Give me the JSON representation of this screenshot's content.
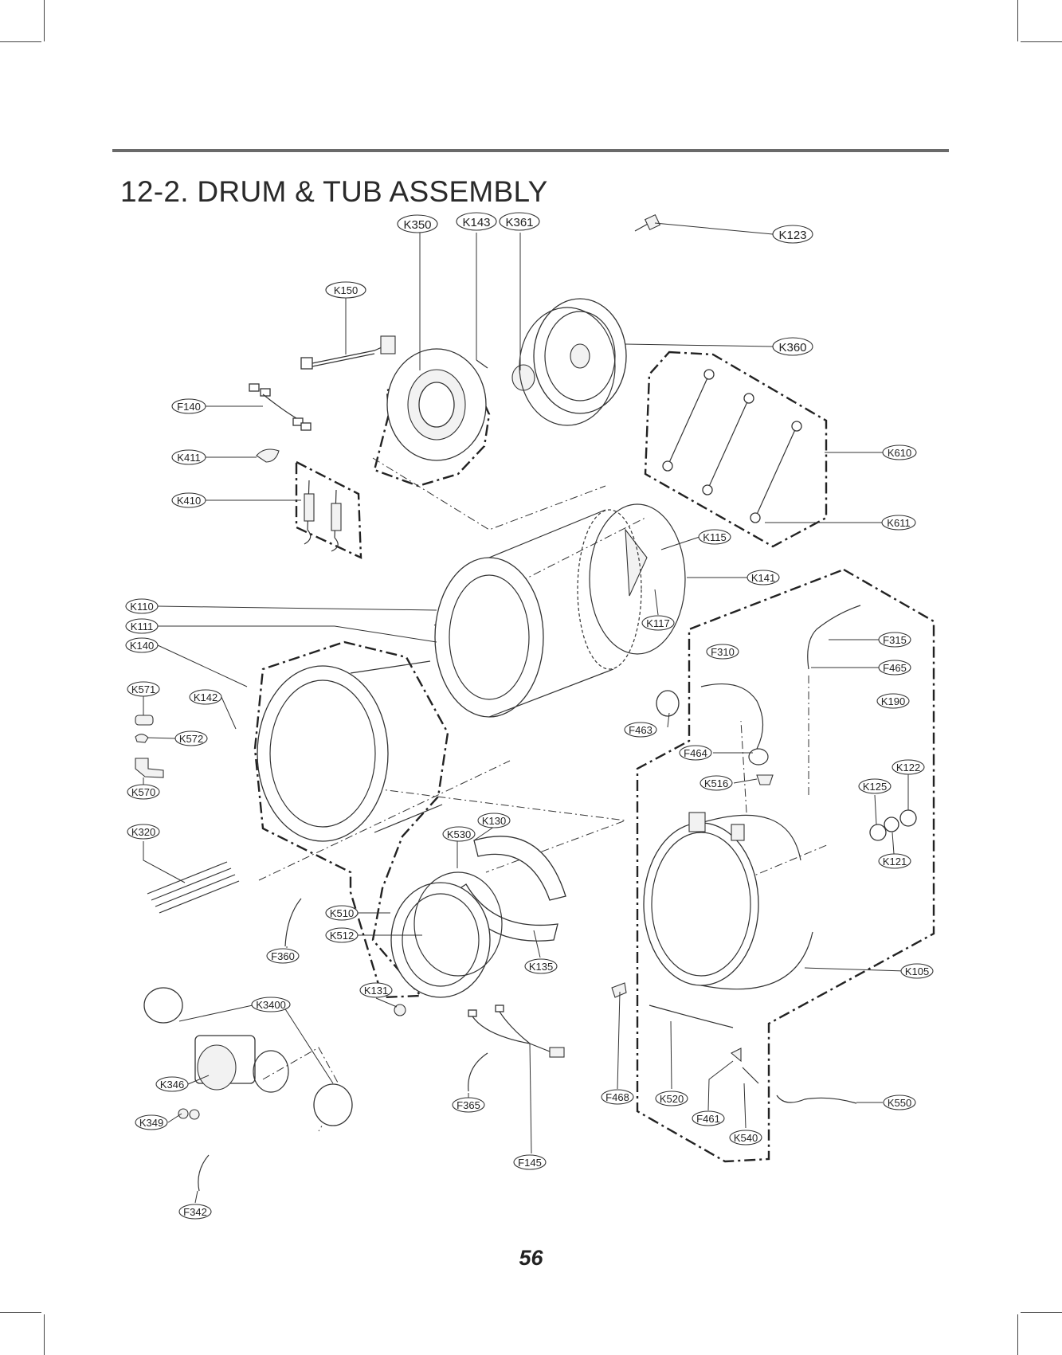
{
  "section_title": "12-2. DRUM & TUB ASSEMBLY",
  "page_number": "56",
  "callouts": {
    "K150": "K150",
    "K350": "K350",
    "K143": "K143",
    "K361": "K361",
    "K123": "K123",
    "K360": "K360",
    "F140": "F140",
    "K411": "K411",
    "K410": "K410",
    "K610": "K610",
    "K611": "K611",
    "K115": "K115",
    "K141": "K141",
    "K110": "K110",
    "K111": "K111",
    "K140": "K140",
    "K117": "K117",
    "F315": "F315",
    "F310": "F310",
    "F465": "F465",
    "K190": "K190",
    "K571": "K571",
    "K142": "K142",
    "K572": "K572",
    "F463": "F463",
    "F464": "F464",
    "K122": "K122",
    "K125": "K125",
    "K516": "K516",
    "K570": "K570",
    "K130": "K130",
    "K320": "K320",
    "K530": "K530",
    "K121": "K121",
    "K510": "K510",
    "K512": "K512",
    "F360": "F360",
    "K135": "K135",
    "K105": "K105",
    "K131": "K131",
    "K3400": "K3400",
    "K346": "K346",
    "F468": "F468",
    "K520": "K520",
    "F365": "F365",
    "K550": "K550",
    "K349": "K349",
    "F461": "F461",
    "K540": "K540",
    "F145": "F145",
    "F342": "F342"
  }
}
